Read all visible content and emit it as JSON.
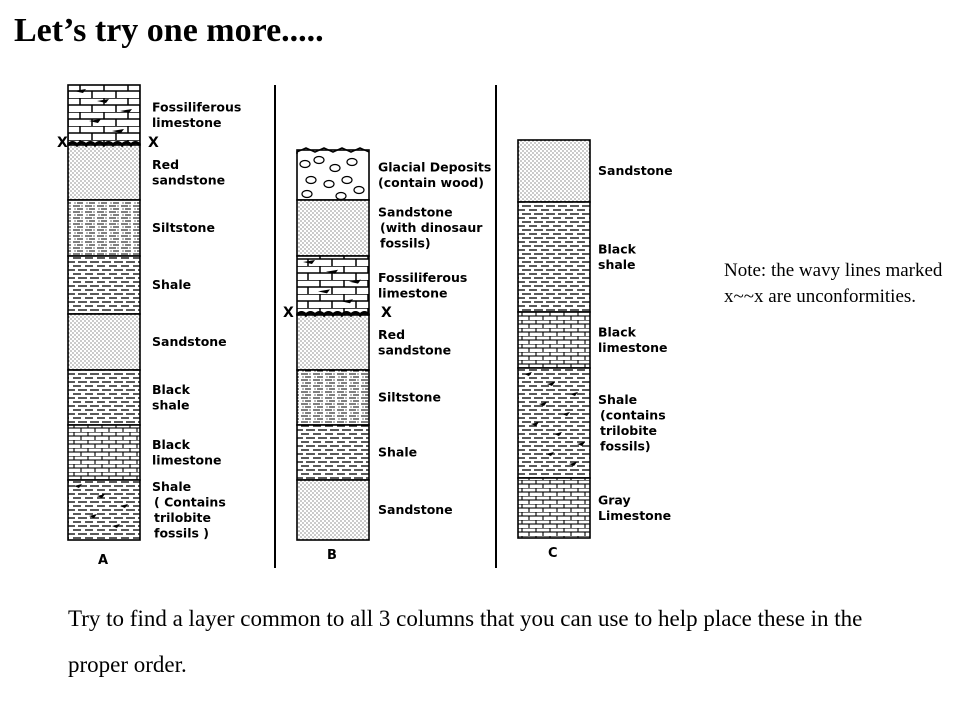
{
  "title": "Let’s try one more.....",
  "note": "Note: the wavy lines marked x~~x are unconformities.",
  "prompt": "Try to find a layer common to all 3 columns that you can use to help place these in the proper order.",
  "columns": [
    {
      "name": "A",
      "unconformity_marks": [
        "X",
        "X"
      ],
      "layers": [
        {
          "type": "limestone_fossil",
          "label": [
            "Fossiliferous",
            "limestone"
          ]
        },
        {
          "type": "sandstone",
          "label": [
            "Red",
            "sandstone"
          ]
        },
        {
          "type": "siltstone",
          "label": [
            "Siltstone"
          ]
        },
        {
          "type": "shale",
          "label": [
            "Shale"
          ]
        },
        {
          "type": "sandstone",
          "label": [
            "Sandstone"
          ]
        },
        {
          "type": "shale",
          "label": [
            "Black",
            "shale"
          ]
        },
        {
          "type": "limestone",
          "label": [
            "Black",
            "limestone"
          ]
        },
        {
          "type": "shale_fossil",
          "label": [
            "Shale",
            "( Contains",
            "trilobite",
            "fossils )"
          ]
        }
      ]
    },
    {
      "name": "B",
      "unconformity_marks": [
        "X",
        "X"
      ],
      "layers": [
        {
          "type": "glacial",
          "label": [
            "Glacial Deposits",
            "(contain wood)"
          ]
        },
        {
          "type": "sandstone",
          "label": [
            "Sandstone",
            "(with dinosaur",
            "fossils)"
          ]
        },
        {
          "type": "limestone_fossil",
          "label": [
            "Fossiliferous",
            "limestone"
          ]
        },
        {
          "type": "sandstone",
          "label": [
            "Red",
            "sandstone"
          ]
        },
        {
          "type": "siltstone",
          "label": [
            "Siltstone"
          ]
        },
        {
          "type": "shale",
          "label": [
            "Shale"
          ]
        },
        {
          "type": "sandstone",
          "label": [
            "Sandstone"
          ]
        }
      ]
    },
    {
      "name": "C",
      "unconformity_marks": [],
      "layers": [
        {
          "type": "sandstone",
          "label": [
            "Sandstone"
          ]
        },
        {
          "type": "shale",
          "label": [
            "Black",
            "shale"
          ]
        },
        {
          "type": "limestone",
          "label": [
            "Black",
            "limestone"
          ]
        },
        {
          "type": "shale_fossil",
          "label": [
            "Shale",
            "(contains",
            "trilobite",
            "fossils)"
          ]
        },
        {
          "type": "limestone",
          "label": [
            "Gray",
            "Limestone"
          ]
        }
      ]
    }
  ]
}
